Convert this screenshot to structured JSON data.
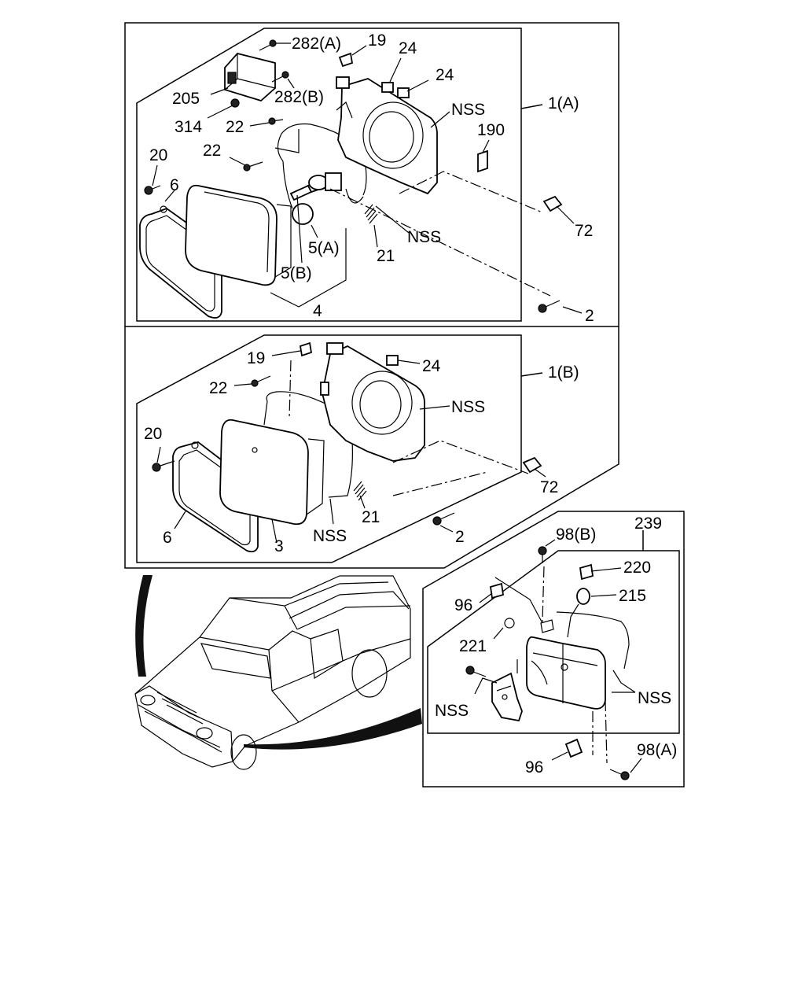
{
  "diagram": {
    "panel_a": {
      "group_label": "1(A)",
      "labels": {
        "l282a": "282(A)",
        "l19": "19",
        "l24a": "24",
        "l24b": "24",
        "l205": "205",
        "l282b": "282(B)",
        "lnss1": "NSS",
        "l314": "314",
        "l22a": "22",
        "l190": "190",
        "l22b": "22",
        "l20": "20",
        "l6": "6",
        "l72": "72",
        "lnss2": "NSS",
        "l5a": "5(A)",
        "l21": "21",
        "l5b": "5(B)",
        "l4": "4",
        "l2": "2"
      }
    },
    "panel_b": {
      "group_label": "1(B)",
      "labels": {
        "l19": "19",
        "l24": "24",
        "l22": "22",
        "lnss1": "NSS",
        "l20": "20",
        "l72": "72",
        "l2": "2",
        "l21": "21",
        "l6": "6",
        "l3": "3",
        "lnss2": "NSS"
      }
    },
    "panel_c": {
      "group_label": "239",
      "labels": {
        "l98b": "98(B)",
        "l220": "220",
        "l215": "215",
        "l96a": "96",
        "l221": "221",
        "lnss1": "NSS",
        "lnss2": "NSS",
        "l96b": "96",
        "l98a": "98(A)"
      }
    }
  }
}
